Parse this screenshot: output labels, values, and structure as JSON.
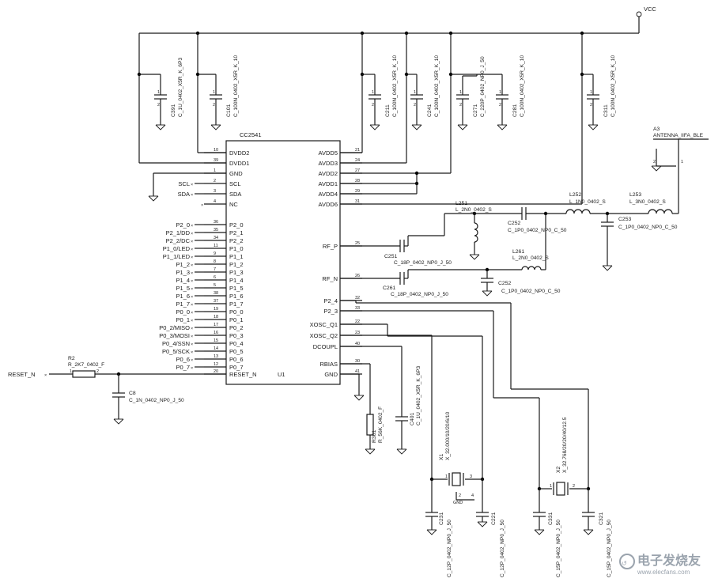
{
  "vcc": "VCC",
  "chip": {
    "part": "CC2541",
    "ref": "U1",
    "left_pins": [
      {
        "num": "10",
        "name": "DVDD2"
      },
      {
        "num": "39",
        "name": "DVDD1"
      },
      {
        "num": "1",
        "name": "GND"
      },
      {
        "num": "2",
        "name": "SCL"
      },
      {
        "num": "3",
        "name": "SDA"
      },
      {
        "num": "4",
        "name": "NC"
      },
      {
        "num": "36",
        "name": "P2_0"
      },
      {
        "num": "35",
        "name": "P2_1"
      },
      {
        "num": "34",
        "name": "P2_2"
      },
      {
        "num": "11",
        "name": "P1_0"
      },
      {
        "num": "9",
        "name": "P1_1"
      },
      {
        "num": "8",
        "name": "P1_2"
      },
      {
        "num": "7",
        "name": "P1_3"
      },
      {
        "num": "6",
        "name": "P1_4"
      },
      {
        "num": "5",
        "name": "P1_5"
      },
      {
        "num": "38",
        "name": "P1_6"
      },
      {
        "num": "37",
        "name": "P1_7"
      },
      {
        "num": "19",
        "name": "P0_0"
      },
      {
        "num": "18",
        "name": "P0_1"
      },
      {
        "num": "17",
        "name": "P0_2"
      },
      {
        "num": "16",
        "name": "P0_3"
      },
      {
        "num": "15",
        "name": "P0_4"
      },
      {
        "num": "14",
        "name": "P0_5"
      },
      {
        "num": "13",
        "name": "P0_6"
      },
      {
        "num": "12",
        "name": "P0_7"
      },
      {
        "num": "20",
        "name": "RESET_N"
      }
    ],
    "right_pins": [
      {
        "num": "21",
        "name": "AVDD5"
      },
      {
        "num": "24",
        "name": "AVDD3"
      },
      {
        "num": "27",
        "name": "AVDD2"
      },
      {
        "num": "28",
        "name": "AVDD1"
      },
      {
        "num": "29",
        "name": "AVDD4"
      },
      {
        "num": "31",
        "name": "AVDD6"
      },
      {
        "num": "25",
        "name": "RF_P"
      },
      {
        "num": "26",
        "name": "RF_N"
      },
      {
        "num": "32",
        "name": "P2_4"
      },
      {
        "num": "33",
        "name": "P2_3"
      },
      {
        "num": "22",
        "name": "XOSC_Q1"
      },
      {
        "num": "23",
        "name": "XOSC_Q2"
      },
      {
        "num": "40",
        "name": "DCOUPL"
      },
      {
        "num": "30",
        "name": "RBIAS"
      },
      {
        "num": "41",
        "name": "GND"
      }
    ]
  },
  "nets": {
    "scl": "SCL",
    "sda": "SDA",
    "p2_0": "P2_0",
    "p2_1": "P2_1/DD",
    "p2_2": "P2_2/DC",
    "p1_0": "P1_0/LED",
    "p1_1": "P1_1/LED",
    "p1_2": "P1_2",
    "p1_3": "P1_3",
    "p1_4": "P1_4",
    "p1_5": "P1_5",
    "p1_6": "P1_6",
    "p1_7": "P1_7",
    "p0_0": "P0_0",
    "p0_1": "P0_1",
    "p0_2": "P0_2/MISO",
    "p0_3": "P0_3/MOSI",
    "p0_4": "P0_4/SSN",
    "p0_5": "P0_5/SCK",
    "p0_6": "P0_6",
    "p0_7": "P0_7",
    "reset": "RESET_N"
  },
  "caps_top": [
    {
      "ref": "C391",
      "value": "C_1U_0402_X5R_K_6P3"
    },
    {
      "ref": "C101",
      "value": "C_100N_0402_X5R_K_10"
    },
    {
      "ref": "C211",
      "value": "C_100N_0402_X5R_K_10"
    },
    {
      "ref": "C241",
      "value": "C_100N_0402_X5R_K_10"
    },
    {
      "ref": "C271",
      "value": "C_220P_0402_NP0_J_50"
    },
    {
      "ref": "C281",
      "value": "C_100N_0402_X5R_K_10"
    },
    {
      "ref": "C311",
      "value": "C_100N_0402_X5R_K_10"
    }
  ],
  "rf": {
    "c251_ref": "C251",
    "c251_val": "C_18P_0402_NP0_J_50",
    "c261_ref": "C261",
    "c261_val": "C_18P_0402_NP0_J_50",
    "l251_ref": "L251",
    "l251_val": "L_2N0_0402_S",
    "l261_ref": "L261",
    "l261_val": "L_2N0_0402_S",
    "c252a_ref": "C252",
    "c252a_val": "C_1P0_0402_NP0_C_50",
    "c252b_ref": "C252",
    "c252b_val": "C_1P0_0402_NP0_C_50",
    "l252_ref": "L252",
    "l252_val": "L_1N0_0402_S",
    "l253_ref": "L253",
    "l253_val": "L_3N0_0402_S",
    "c253_ref": "C253",
    "c253_val": "C_1P0_0402_NP0_C_50",
    "ant_ref": "A3",
    "ant_val": "ANTENNA_IIFA_BLE"
  },
  "reset_circuit": {
    "r2_ref": "R2",
    "r2_val": "R_2K7_0402_F",
    "c8_ref": "C8",
    "c8_val": "C_1N_0402_NP0_J_50"
  },
  "bias": {
    "r301_ref": "R301",
    "r301_val": "R_56K_0402_F",
    "c401_ref": "C401",
    "c401_val": "C_1U_0402_X5R_K_6P3"
  },
  "crystals": {
    "x1_ref": "X1",
    "x1_val": "X_32.000/10/20/6/10",
    "x2_ref": "X2",
    "x2_val": "X_32.768/20/20/40/12.5",
    "c221_ref": "C221",
    "c221_val": "C_12P_0402_NP0_J_50",
    "c231_ref": "C231",
    "c231_val": "C_12P_0402_NP0_J_50",
    "c331_ref": "C331",
    "c331_val": "C_15P_0402_NP0_J_50",
    "c321_ref": "C321",
    "c321_val": "C_15P_0402_NP0_J_50",
    "gnd": "GND"
  },
  "watermark": {
    "cn": "电子发烧友",
    "url": "www.elecfans.com"
  }
}
